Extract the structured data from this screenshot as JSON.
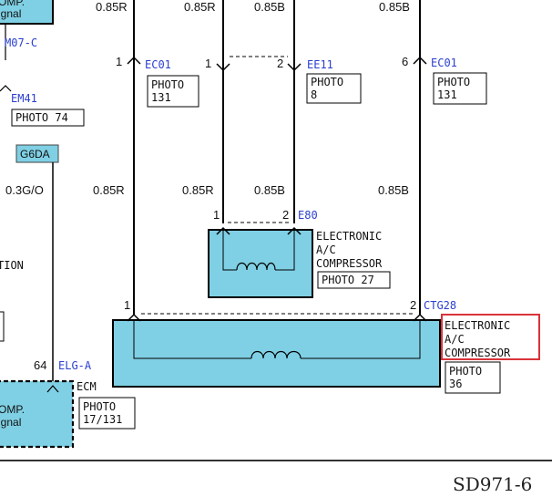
{
  "top_wires": {
    "w1": "0.85R",
    "w2": "0.85R",
    "w3": "0.85B",
    "w4": "0.85B"
  },
  "left_block": {
    "comp_top_line1": "OMP.",
    "comp_top_line2": "ignal",
    "conn_m07c": "M07-C",
    "conn_em41": "EM41",
    "photo_74": "PHOTO 74",
    "splice_g6da": "G6DA",
    "wire_03go": "0.3G/O",
    "ation_text": "TION",
    "pin_64": "64",
    "conn_elga": "ELG-A",
    "ecm_label": "ECM",
    "photo_17_131_a": "PHOTO",
    "photo_17_131_b": "17/131",
    "comp_bottom_line1": "OMP.",
    "comp_bottom_line2": "ignal"
  },
  "upper_connectors": {
    "pin_1_left": "1",
    "ec01_left": "EC01",
    "photo_131_left_a": "PHOTO",
    "photo_131_left_b": "131",
    "pin_1_mid": "1",
    "pin_2_mid": "2",
    "ee11": "EE11",
    "photo_8_a": "PHOTO",
    "photo_8_b": "8",
    "pin_6": "6",
    "ec01_right": "EC01",
    "photo_131_right_a": "PHOTO",
    "photo_131_right_b": "131"
  },
  "mid_wires": {
    "w1": "0.85R",
    "w2": "0.85R",
    "w3": "0.85B",
    "w4": "0.85B"
  },
  "compressor_e80": {
    "pin_1": "1",
    "pin_2": "2",
    "conn": "E80",
    "line1": "ELECTRONIC",
    "line2": "A/C",
    "line3": "COMPRESSOR",
    "photo": "PHOTO 27"
  },
  "compressor_ctg28": {
    "pin_1": "1",
    "pin_2": "2",
    "conn": "CTG28",
    "line1": "ELECTRONIC",
    "line2": "A/C",
    "line3": "COMPRESSOR",
    "photo_a": "PHOTO",
    "photo_b": "36"
  },
  "page_code": "SD971-6",
  "colors": {
    "component_fill": "#7fd0e4",
    "connector_text": "#2b3fd0",
    "highlight": "#d9333a"
  }
}
